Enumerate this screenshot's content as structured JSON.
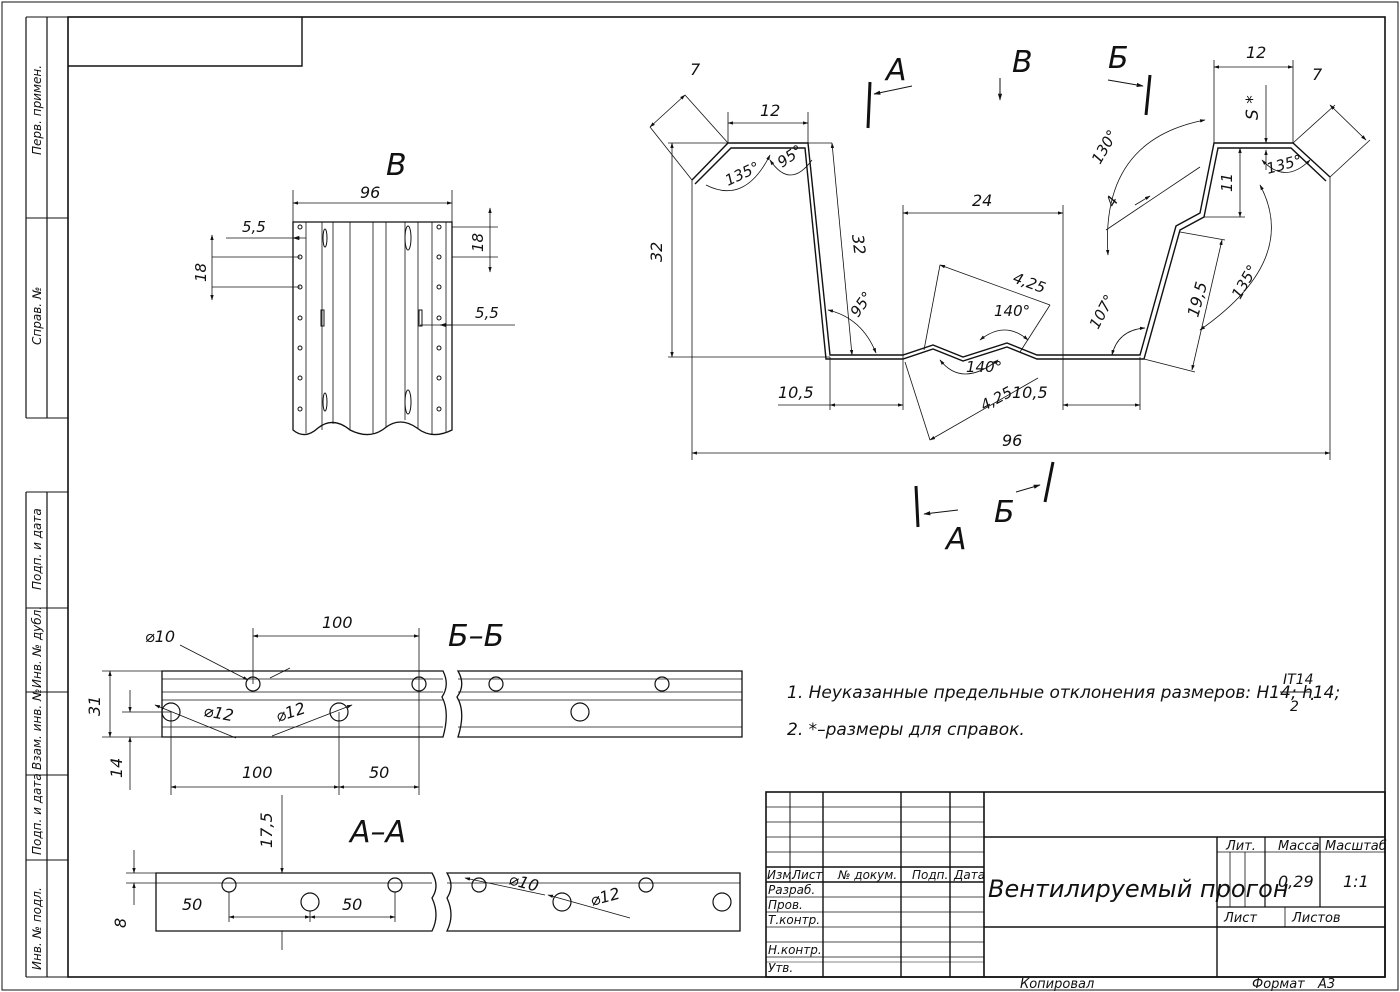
{
  "side_stamp": [
    "Перв. примен.",
    "Справ. №",
    "Подп. и дата",
    "Инв. № дубл.",
    "Взам. инв. №",
    "Подп. и дата",
    "Инв. № подл."
  ],
  "view_v": {
    "title": "В",
    "dim_width": "96",
    "dim_55_top": "5,5",
    "dim_18_left": "18",
    "dim_18_right": "18",
    "dim_55_right": "5,5"
  },
  "profile": {
    "dim_7_left": "7",
    "dim_12_left": "12",
    "angle_135_left": "135°",
    "angle_95_top": "95°",
    "dim_32_height": "32",
    "dim_32_web": "32",
    "angle_95_bottom": "95°",
    "dim_24": "24",
    "dim_425_top": "4,25",
    "angle_140_top": "140°",
    "angle_140_bottom": "140°",
    "dim_425_bottom": "4,25",
    "dim_105_right": "10,5",
    "dim_105_left": "10,5",
    "dim_96": "96",
    "angle_107": "107°",
    "angle_130": "130°",
    "dim_4": "4",
    "dim_11": "11",
    "dim_195": "19,5",
    "angle_135_right": "135°",
    "angle_135_right_top": "135°",
    "dim_12_right": "12",
    "dim_7_right": "7",
    "dim_s": "S *"
  },
  "section_marks": {
    "a_top": "А",
    "v_top": "В",
    "b_top": "Б",
    "b_bottom": "Б",
    "a_bottom": "А"
  },
  "section_bb": {
    "title": "Б–Б",
    "dim_100_top": "100",
    "dia_10": "⌀10",
    "dia_12_a": "⌀12",
    "dia_12_b": "⌀12",
    "dim_31": "31",
    "dim_14": "14",
    "dim_100_bottom": "100",
    "dim_50": "50"
  },
  "section_aa": {
    "title": "А–А",
    "dim_175": "17,5",
    "dim_8": "8",
    "dim_50_a": "50",
    "dim_50_b": "50",
    "dia_10": "⌀10",
    "dia_12": "⌀12"
  },
  "notes": {
    "note1": "1. Неуказанные предельные отклонения размеров: Н14; h14; ",
    "note1_num": "IT14",
    "note1_den": "2",
    "note1_end": ".",
    "note2": "2.  *–размеры для справок."
  },
  "title_block": {
    "col_izm": "Изм.",
    "col_list": "Лист",
    "col_doc": "№ докум.",
    "col_podp": "Подп.",
    "col_data": "Дата",
    "row_razrab": "Разраб.",
    "row_prov": "Пров.",
    "row_tkontr": "Т.контр.",
    "row_nkontr": "Н.контр.",
    "row_utv": "Утв.",
    "product_name": "Вентилируемый прогон",
    "lit_label": "Лит.",
    "mass_label": "Масса",
    "scale_label": "Масштаб",
    "mass_value": "0,29",
    "scale_value": "1:1",
    "sheet_label": "Лист",
    "sheets_label": "Листов"
  },
  "footer": {
    "copied": "Копировал",
    "format_label": "Формат",
    "format_value": "А3"
  }
}
